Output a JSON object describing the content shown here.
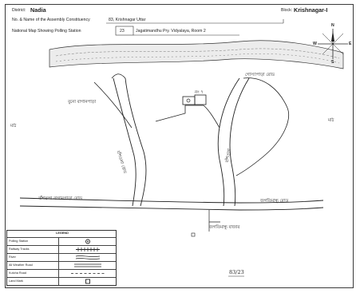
{
  "header": {
    "district_label": "District:",
    "district_value": "Nadia",
    "block_label": "Block:",
    "block_value": "Krishnagar-I",
    "ac_label": "No. & Name of the Assembly Constituency",
    "ac_value": "83, Krishnagar Uttar",
    "psmap_label": "National Map Showing Polling Station",
    "ps_number": "23",
    "ps_name": "Jagatimandhu Pry. Vidyalaya, Room 2"
  },
  "compass": {
    "north": "N",
    "south": "S",
    "east": "E",
    "west": "W",
    "icon": "compass-rose-icon"
  },
  "place_labels": {
    "top_right": "গোস্যাপাড়া রোড",
    "left_upper": "বুনো বাগানপাড়া",
    "left_middle": "বাঁশতলা রোড",
    "right_middle": "বাঁশতলা",
    "right_edge": "মাঠ",
    "left_edge": "মাঠ",
    "ps_box": "নং ৭",
    "bottom_road_left": "বাঁশতলা বাগানপাড়া রোড",
    "bottom_road_right": "জগতিমান্ধু রোড",
    "bottom_center": "জগতিমান্ধু বাজার",
    "page_code": "83/23"
  },
  "legend": {
    "title": "LEGEND",
    "items": [
      {
        "label": "Polling Station",
        "symbol": "polling-station-circle"
      },
      {
        "label": "Railway Tracks",
        "symbol": "railway-track"
      },
      {
        "label": "River",
        "symbol": "river-lines"
      },
      {
        "label": "All Weather Road",
        "symbol": "all-weather-road"
      },
      {
        "label": "Kutcha Road",
        "symbol": "kutcha-road-dashed"
      },
      {
        "label": "Land Mark",
        "symbol": "landmark-square"
      }
    ]
  },
  "colors": {
    "ink": "#222222",
    "river_fill": "#ececec",
    "frame": "#3a3a3a"
  }
}
